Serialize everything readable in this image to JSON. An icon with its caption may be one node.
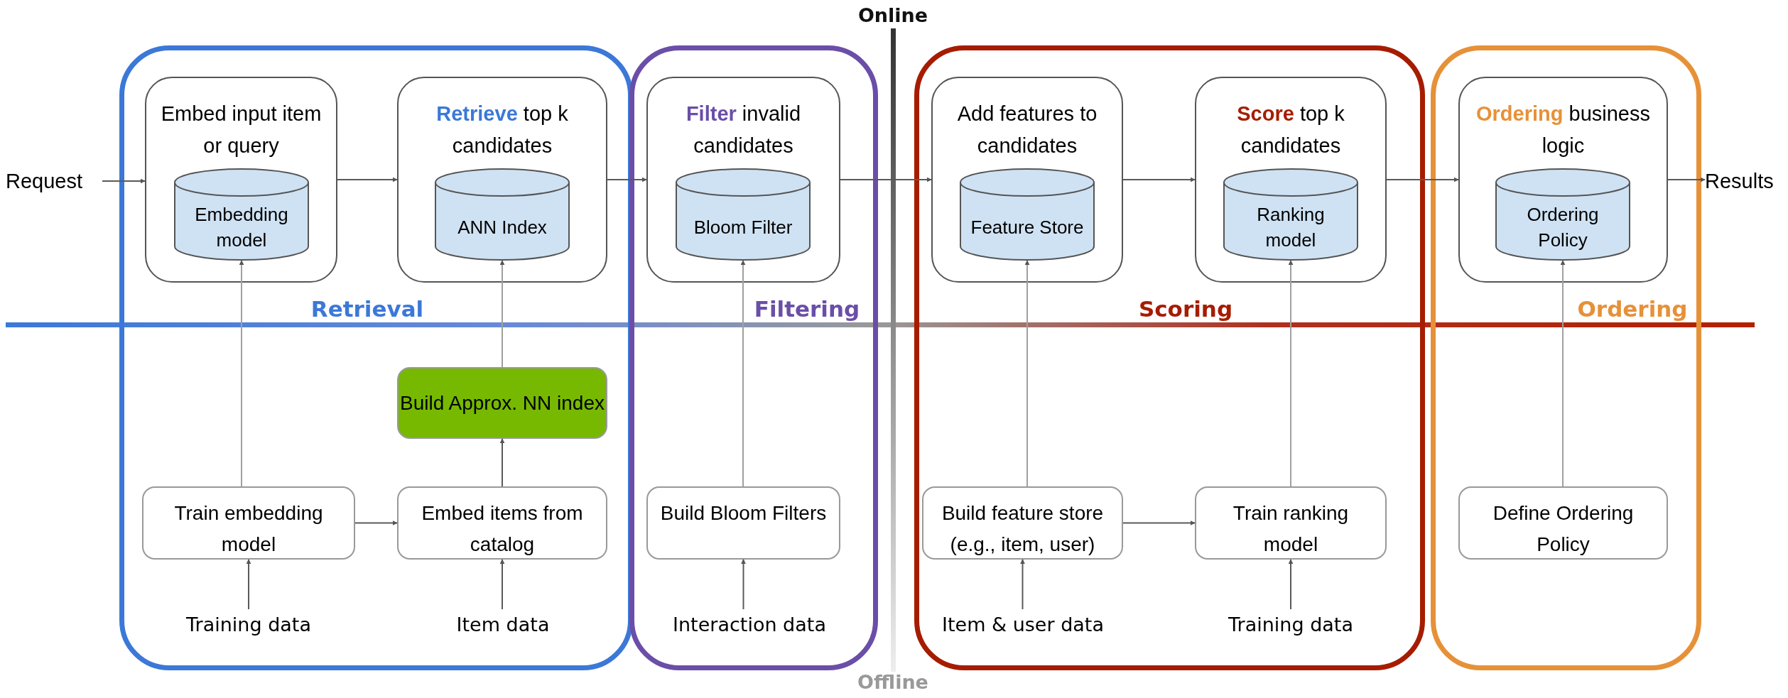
{
  "diagram": {
    "nodes": [
      {
        "text": [
          "Retrieval"
        ]
      },
      {
        "text": [
          "Embed input item or query"
        ],
        "in": 0
      },
      {
        "text": [
          "Embedding model"
        ],
        "in": 1
      },
      {
        "text": [
          "**Retrieve** top k candidates"
        ],
        "in": 0
      },
      {
        "text": [
          "ANN Index"
        ],
        "in": 3
      },
      {
        "text": [
          "Filtering"
        ]
      },
      {
        "text": [
          "**Filter** invalid candidates"
        ],
        "in": 5
      },
      {
        "text": [
          "Bloom Filter"
        ],
        "in": 6
      },
      {
        "text": [
          "Scoring"
        ]
      },
      {
        "text": [
          "Add features to candidates"
        ],
        "in": 8
      },
      {
        "text": [
          "Feature Store"
        ],
        "in": 9
      },
      {
        "text": [
          "**Score** top k candidates"
        ],
        "in": 8
      },
      {
        "text": [
          "Ranking model"
        ],
        "in": 11
      },
      {
        "text": [
          "Ordering"
        ]
      },
      {
        "text": [
          "**Ordering** business logic"
        ],
        "in": 13
      },
      {
        "text": [
          "Ordering Policy"
        ],
        "in": 14
      },
      {
        "text": [
          "Request"
        ]
      },
      {
        "text": [
          "Results"
        ]
      },
      {
        "text": [
          "Build Approx. NN index"
        ],
        "in": 0
      },
      {
        "text": [
          "Train embedding model"
        ],
        "in": 0
      },
      {
        "text": [
          "Embed items from catalog"
        ],
        "in": 0
      },
      {
        "text": [
          "Build Bloom Filters"
        ],
        "in": 5
      },
      {
        "text": [
          "Build feature store (e.g., item, user)"
        ],
        "in": 8
      },
      {
        "text": [
          "Train ranking model"
        ],
        "in": 8
      },
      {
        "text": [
          "Define Ordering Policy"
        ],
        "in": 13
      },
      {
        "text": [
          "Training data"
        ],
        "in": 0
      },
      {
        "text": [
          "Item data"
        ],
        "in": 0
      },
      {
        "text": [
          "Interaction data"
        ],
        "in": 5
      },
      {
        "text": [
          "Item & user data"
        ],
        "in": 8
      },
      {
        "text": [
          "Training data"
        ],
        "in": 8
      }
    ],
    "edges": [
      {
        "from": 16,
        "to": 1,
        "arrow": "to"
      },
      {
        "from": 1,
        "to": 3,
        "arrow": "to"
      },
      {
        "from": 3,
        "to": 6,
        "arrow": "to"
      },
      {
        "from": 6,
        "to": 9,
        "arrow": "to"
      },
      {
        "from": 9,
        "to": 11,
        "arrow": "to"
      },
      {
        "from": 11,
        "to": 14,
        "arrow": "to"
      },
      {
        "from": 14,
        "to": 17,
        "arrow": "to"
      },
      {
        "from": 19,
        "to": 2,
        "arrow": "to",
        "color": "#a0a0a0"
      },
      {
        "from": 18,
        "to": 4,
        "arrow": "to",
        "color": "#a0a0a0"
      },
      {
        "from": 20,
        "to": 18,
        "arrow": "to"
      },
      {
        "from": 21,
        "to": 7,
        "arrow": "to",
        "color": "#a0a0a0"
      },
      {
        "from": 22,
        "to": 10,
        "arrow": "to",
        "color": "#a0a0a0"
      },
      {
        "from": 23,
        "to": 12,
        "arrow": "to",
        "color": "#a0a0a0"
      },
      {
        "from": 24,
        "to": 15,
        "arrow": "to",
        "color": "#a0a0a0"
      },
      {
        "from": 19,
        "to": 20,
        "arrow": "to"
      },
      {
        "from": 22,
        "to": 23,
        "arrow": "to"
      },
      {
        "from": 25,
        "to": 19,
        "arrow": "to"
      },
      {
        "from": 26,
        "to": 20,
        "arrow": "to"
      },
      {
        "from": 27,
        "to": 21,
        "arrow": "to"
      },
      {
        "from": 28,
        "to": 22,
        "arrow": "to"
      },
      {
        "from": 29,
        "to": 23,
        "arrow": "to"
      }
    ],
    "labels": [
      "Online",
      "Offline"
    ]
  }
}
